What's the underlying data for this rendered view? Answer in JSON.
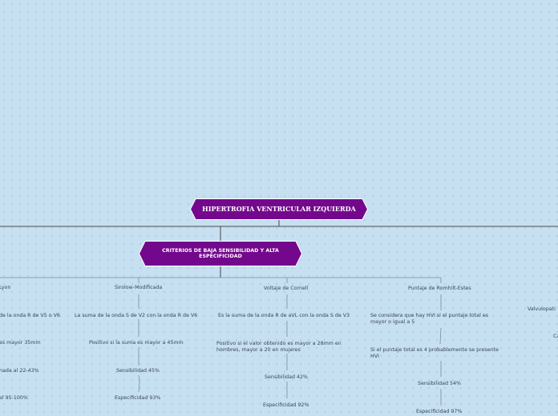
{
  "root": {
    "label": "HIPERTROFIA VENTRICULAR IZQUIERDA"
  },
  "sub": {
    "label": "CRITERIOS DE BAJA SENSIBILIDAD Y ALTA ESPECIFICIDAD"
  },
  "lyon": {
    "title": "Lyon",
    "items": [
      "de la onda R de V5 o V6",
      "es mayor 35mm",
      "nada al 22-43%",
      "el 95-100%"
    ]
  },
  "sirolow": {
    "title": "Sirolow-Modificada",
    "items": [
      "La suma de la onda S de V2 con la onda R de V6",
      "Positivo si la suma es mayor a 45mm",
      "Sensibilidad 45%",
      "Especificidad 93%"
    ]
  },
  "cornell": {
    "title": "Voltaje de Cornell",
    "items": [
      "Es la suma de la onda R de aVL con la onda S de V3",
      "Positivo si el valor obtenido es mayor a 28mm en hombres, mayor a 20 en mujeres",
      "Sensibilidad 42%",
      "Especificidad 92%"
    ]
  },
  "romhilt": {
    "title": "Puntaje de Romhilt-Estes",
    "items": [
      "Se considera que hay HVI si el puntaje total es mayor o igual a 5",
      "Si el puntaje total es 4 probablemente se presente HVI",
      "Sensibilidad 54%",
      "Especificidad 97%"
    ]
  },
  "right": {
    "items": [
      "Valvulopati",
      "Ca"
    ]
  }
}
